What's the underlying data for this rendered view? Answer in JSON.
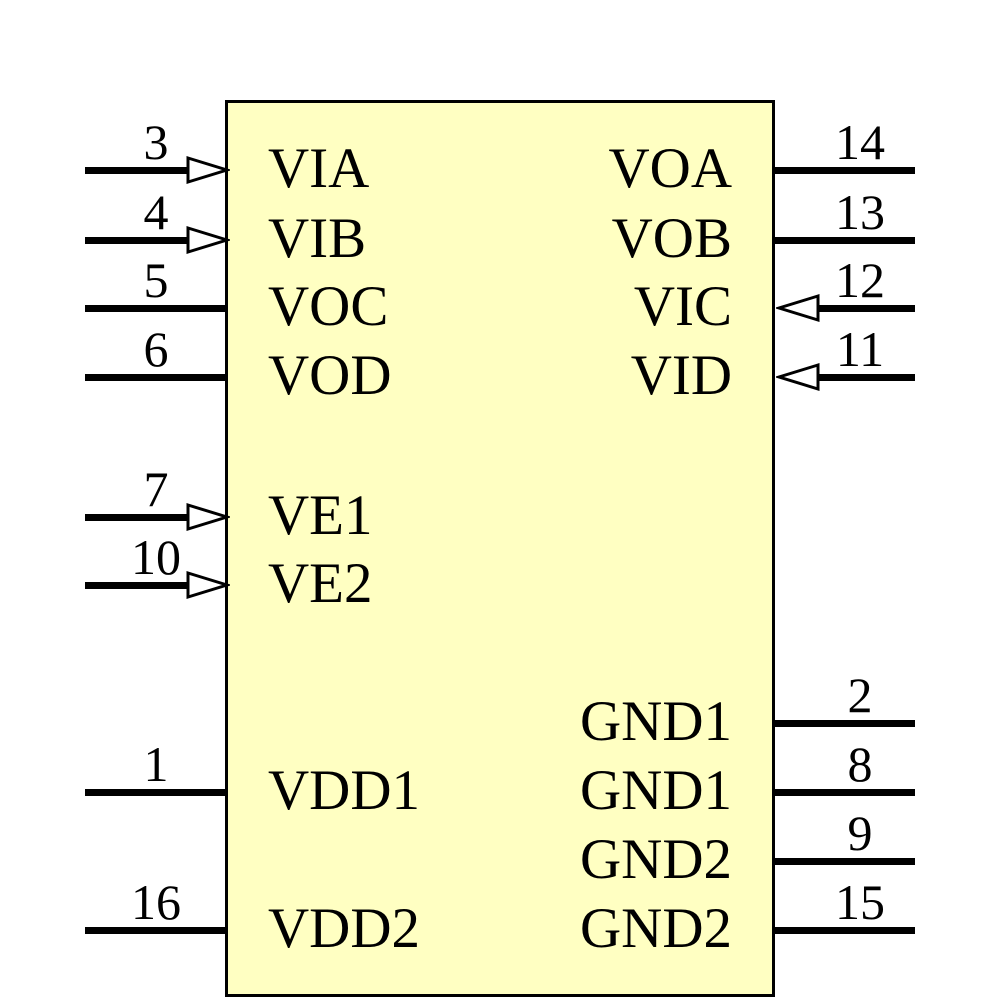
{
  "component": {
    "type": "schematic-symbol",
    "body_fill": "#FFFFC2",
    "border_color": "#000000",
    "wire_color": "#000000"
  },
  "pins": {
    "left": [
      {
        "number": "3",
        "label": "VIA",
        "arrow": true
      },
      {
        "number": "4",
        "label": "VIB",
        "arrow": true
      },
      {
        "number": "5",
        "label": "VOC",
        "arrow": false
      },
      {
        "number": "6",
        "label": "VOD",
        "arrow": false
      },
      {
        "number": "7",
        "label": "VE1",
        "arrow": true
      },
      {
        "number": "10",
        "label": "VE2",
        "arrow": true
      },
      {
        "number": "1",
        "label": "VDD1",
        "arrow": false
      },
      {
        "number": "16",
        "label": "VDD2",
        "arrow": false
      }
    ],
    "right": [
      {
        "number": "14",
        "label": "VOA",
        "arrow": false
      },
      {
        "number": "13",
        "label": "VOB",
        "arrow": false
      },
      {
        "number": "12",
        "label": "VIC",
        "arrow": true
      },
      {
        "number": "11",
        "label": "VID",
        "arrow": true
      },
      {
        "number": "2",
        "label": "GND1",
        "arrow": false
      },
      {
        "number": "8",
        "label": "GND1",
        "arrow": false
      },
      {
        "number": "9",
        "label": "GND2",
        "arrow": false
      },
      {
        "number": "15",
        "label": "GND2",
        "arrow": false
      }
    ]
  }
}
